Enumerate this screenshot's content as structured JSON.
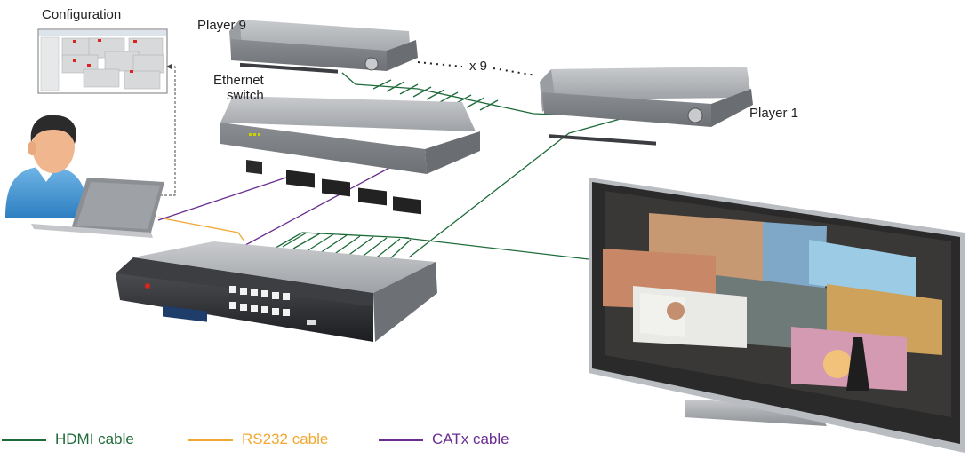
{
  "labels": {
    "configuration": "Configuration",
    "player9": "Player 9",
    "player1": "Player 1",
    "ethernet_switch_line1": "Ethernet",
    "ethernet_switch_line2": "switch",
    "multiplier": "x 9"
  },
  "legend": [
    {
      "label": "HDMI cable",
      "color": "#1e6b3a"
    },
    {
      "label": "RS232 cable",
      "color": "#f0a832"
    },
    {
      "label": "CATx cable",
      "color": "#6a2d91"
    }
  ]
}
